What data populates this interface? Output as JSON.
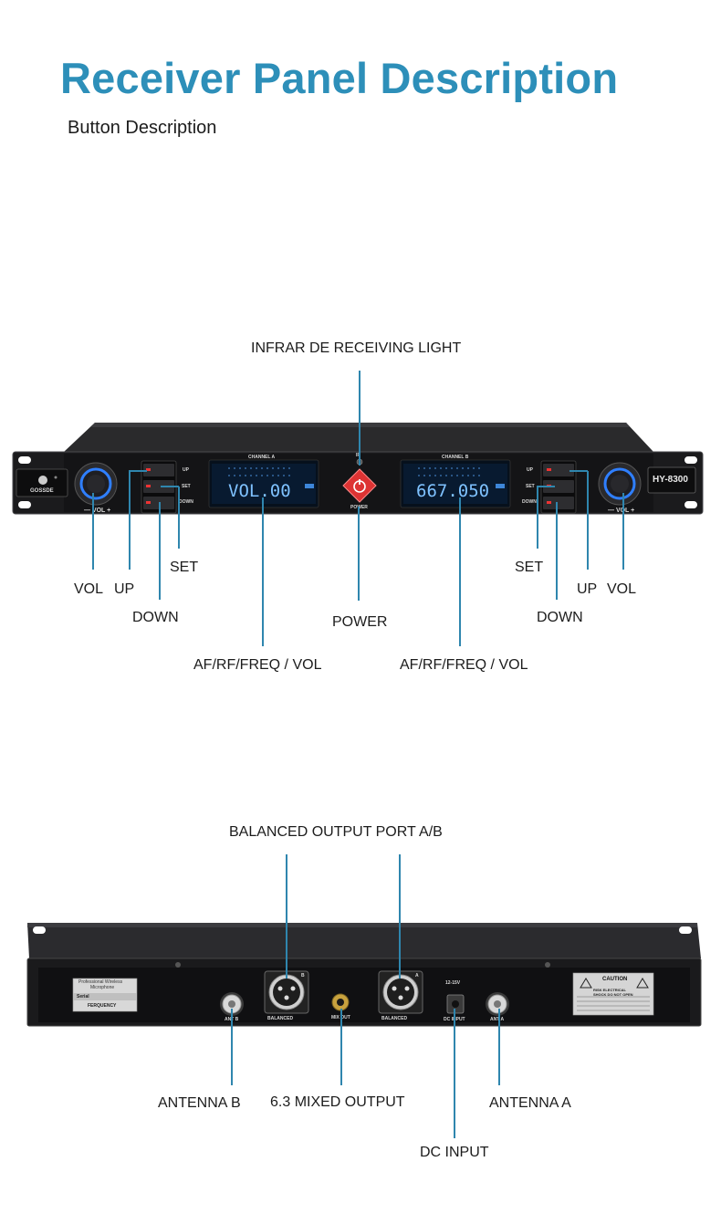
{
  "header": {
    "title": "Receiver Panel Description",
    "subtitle": "Button Description"
  },
  "front_panel": {
    "brand": "GOSSDE",
    "model": "HY-8300",
    "channel_a_label": "CHANNEL A",
    "channel_b_label": "CHANNEL B",
    "ir_label": "IR",
    "power_label": "POWER",
    "button_labels": {
      "up": "UP",
      "set": "SET",
      "down": "DOWN"
    },
    "vol_knob_label": "— VOL +",
    "lcd_a_text": "VOL.00",
    "lcd_b_text": "667.050",
    "callouts": {
      "infrared": "INFRAR DE  RECEIVING LIGHT",
      "vol_left": "VOL",
      "up_left": "UP",
      "set_left": "SET",
      "down_left": "DOWN",
      "af_left": "AF/RF/FREQ / VOL",
      "power": "POWER",
      "af_right": "AF/RF/FREQ / VOL",
      "set_right": "SET",
      "down_right": "DOWN",
      "up_right": "UP",
      "vol_right": "VOL"
    }
  },
  "rear_panel": {
    "sticker_line1": "Professional Wireless",
    "sticker_line2": "Microphone",
    "sticker_serial": "Serial",
    "sticker_frequency": "FERQUENCY",
    "ant_b_label": "ANT B",
    "ant_a_label": "ANT A",
    "balanced_label": "BALANCED",
    "mix_out_label": "MIX OUT",
    "dc_input_label": "DC INPUT",
    "dc_voltage": "12-15V",
    "xlr_b_mark": "B",
    "xlr_a_mark": "A",
    "caution_title": "CAUTION",
    "caution_sub": "RISK ELECTRICAL SHOCK DO NOT OPEN",
    "callouts": {
      "balanced_output": "BALANCED OUTPUT PORT A/B",
      "antenna_b": "ANTENNA B",
      "mixed_output": "6.3 MIXED OUTPUT",
      "antenna_a": "ANTENNA A",
      "dc_input": "DC INPUT"
    }
  },
  "colors": {
    "title": "#2d8fb9",
    "callout_line": "#2f86ae",
    "lcd": "#7fc2ff",
    "power_button": "#d33"
  }
}
